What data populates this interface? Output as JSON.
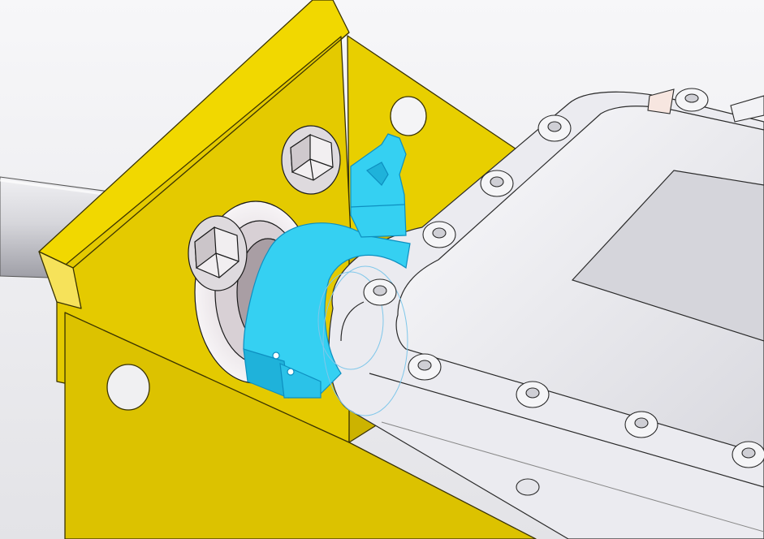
{
  "scene": {
    "description_visible_text": "",
    "colors": {
      "background_top": "#f7f7f9",
      "background_bottom": "#e3e3e7",
      "bracket_face": "#e2c800",
      "bracket_light": "#f4dc00",
      "bracket_dark": "#c9b000",
      "bracket_edge": "#3a3300",
      "selected_part": "#35d0f2",
      "selected_dark": "#1fb2da",
      "selected_outline": "#0d8fc0",
      "enclosure_light": "#f4f4f7",
      "enclosure_mid": "#dcdce2",
      "enclosure_dark": "#b8b8c0",
      "panel": "#d4d4da",
      "shaft": "#d9d9de",
      "outline": "#1a1a1a"
    },
    "parts": [
      {
        "name": "mounting-bracket",
        "color_key": "bracket_face"
      },
      {
        "name": "hex-bolt",
        "count": 2
      },
      {
        "name": "clamp-ring",
        "state": "selected",
        "color_key": "selected_part"
      },
      {
        "name": "clamp-latch",
        "state": "selected",
        "color_key": "selected_part"
      },
      {
        "name": "enclosure-box",
        "color_key": "enclosure_light"
      },
      {
        "name": "socket-head-screw",
        "count": 10
      },
      {
        "name": "shaft-tube",
        "color_key": "shaft"
      }
    ]
  }
}
